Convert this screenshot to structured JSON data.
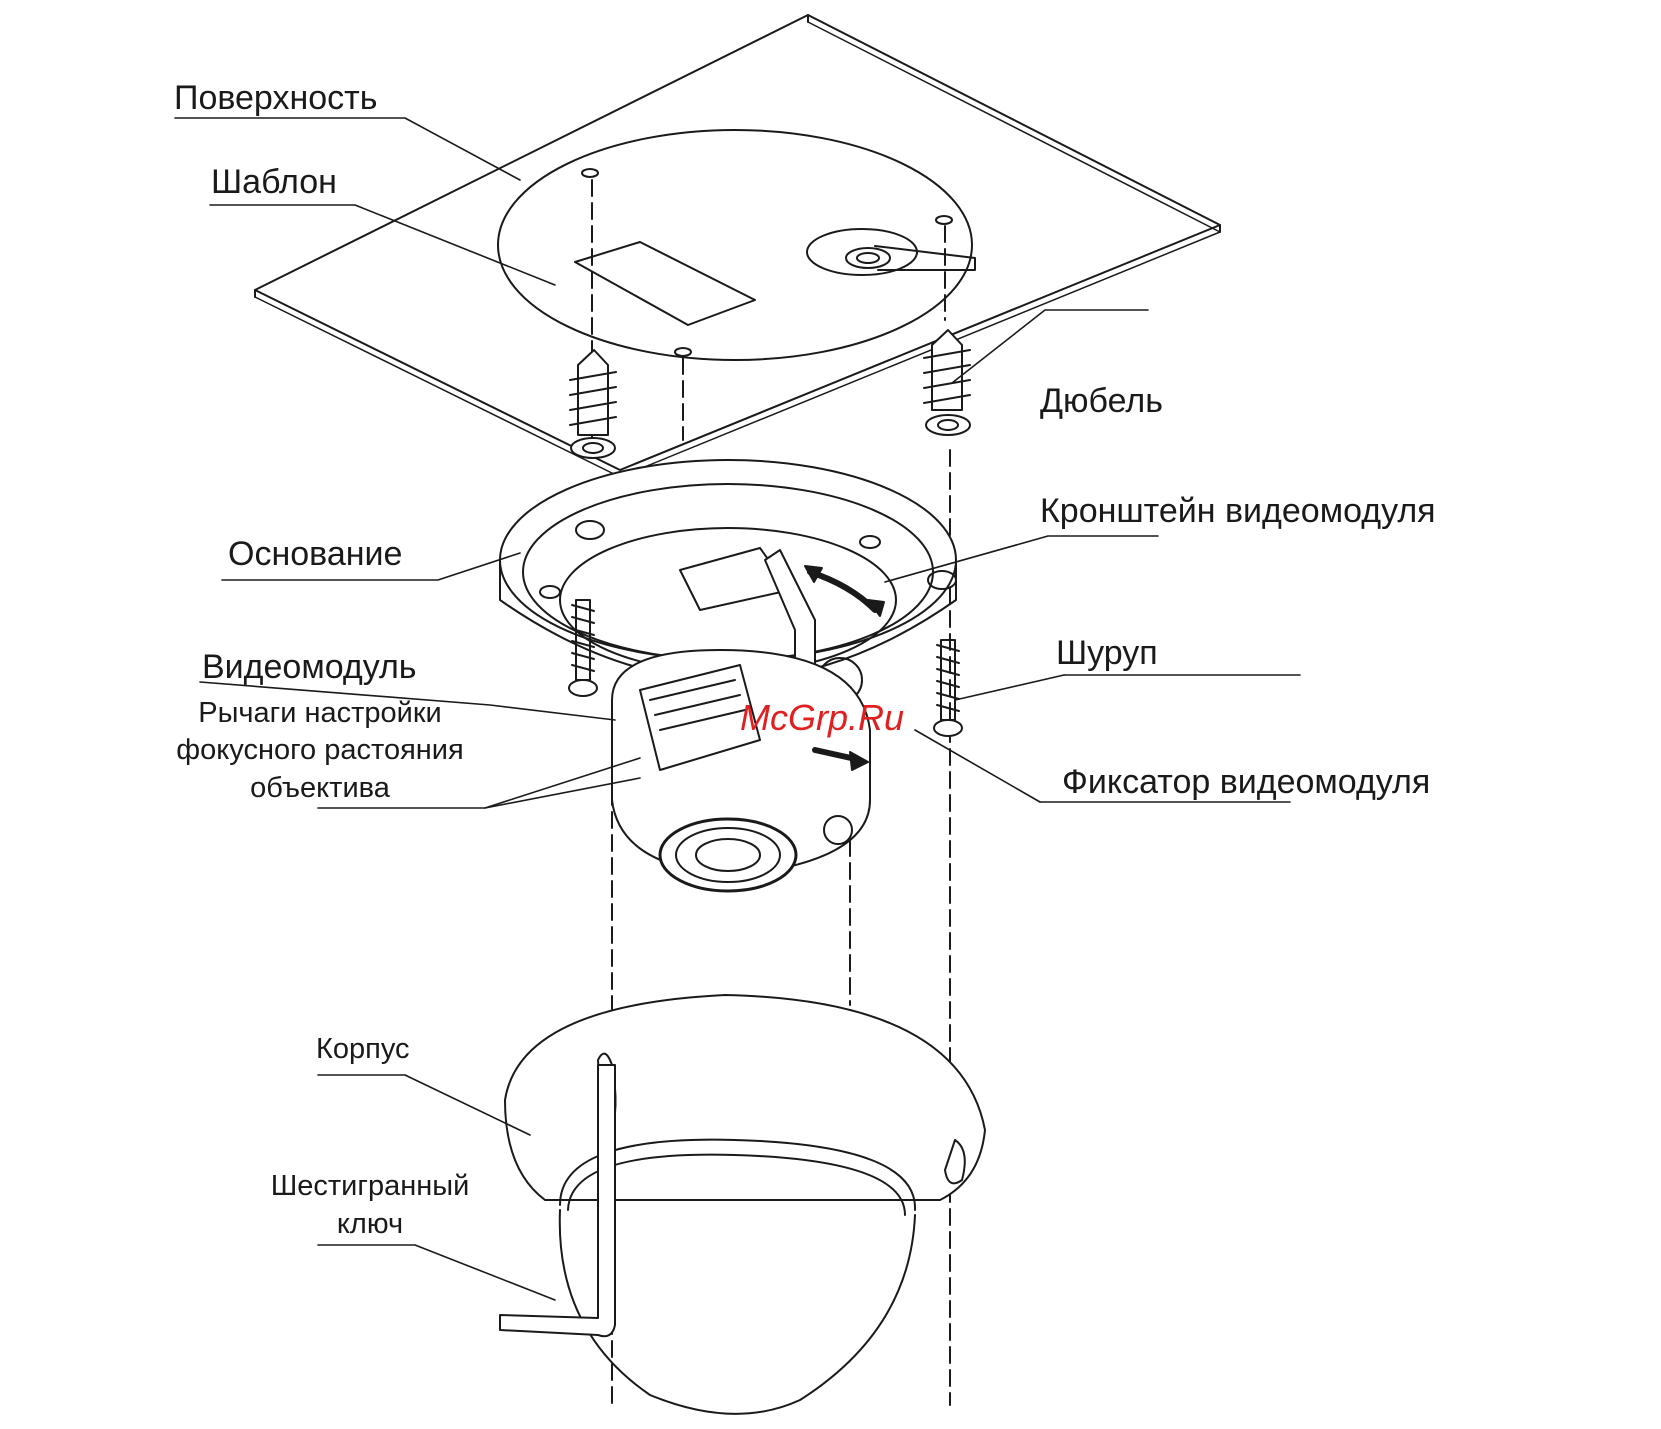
{
  "labels": {
    "surface": "Поверхность",
    "template": "Шаблон",
    "anchor": "Дюбель",
    "base": "Основание",
    "module_bracket": "Кронштейн видеомодуля",
    "video_module": "Видеомодуль",
    "screw": "Шуруп",
    "focus_levers_1": "Рычаги настройки",
    "focus_levers_2": "фокусного растояния",
    "focus_levers_3": "объектива",
    "module_lock": "Фиксатор видеомодуля",
    "housing": "Корпус",
    "hex_key_1": "Шестигранный",
    "hex_key_2": "ключ"
  },
  "watermark": "McGrp.Ru",
  "colors": {
    "line": "#1a1a1a",
    "watermark": "#e02020"
  }
}
